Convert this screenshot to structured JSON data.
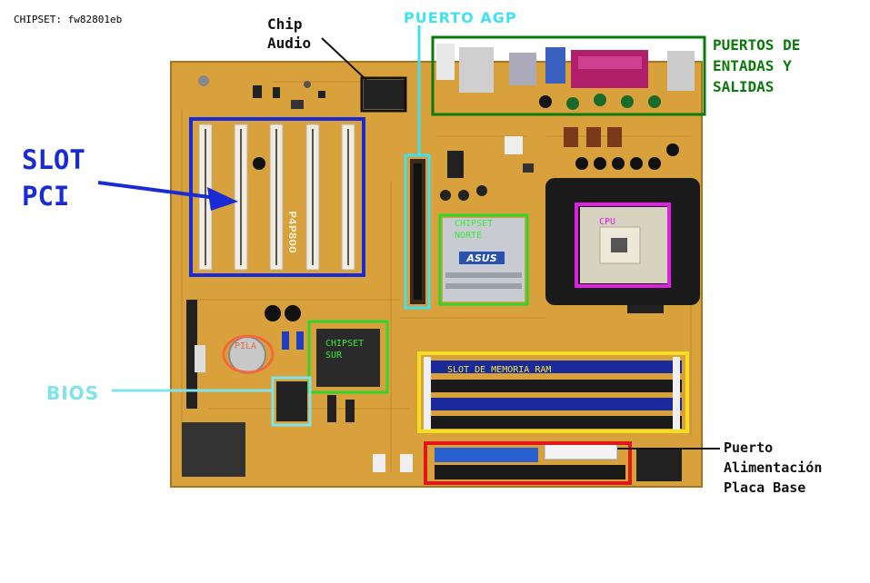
{
  "labels": {
    "chipset_note": "CHIPSET: fw82801eb",
    "chip_audio": "Chip\nAudio",
    "puerto_agp": "PUERTO AGP",
    "puertos_es": "PUERTOS DE\nENTADAS Y\nSALIDAS",
    "slot_pci": "SLOT\nPCI",
    "bios": "BIOS",
    "puerto_alimentacion": "Puerto\nAlimentación\nPlaca Base"
  },
  "inner_labels": {
    "chipset_norte": "CHIPSET\nNORTE",
    "cpu": "CPU",
    "chipset_sur": "CHIPSET\nSUR",
    "slot_ram": "SLOT DE MEMORIA RAM",
    "pila": "PILA"
  },
  "board_branding": {
    "model": "P4P800",
    "brand": "ASUS"
  },
  "colors": {
    "board": "#d9a13c",
    "board_dark": "#b8802a",
    "pci_box": "#1a2bd6",
    "audio_box": "#111111",
    "agp_box": "#3fe0f0",
    "io_box": "#0a7a0a",
    "north_box": "#2fd42f",
    "cpu_box": "#e020e0",
    "south_box": "#2fd42f",
    "ram_box": "#f4e020",
    "ide_box": "#e01818",
    "bios_box": "#7fe3ee",
    "pila_ring": "#f06a3a"
  }
}
